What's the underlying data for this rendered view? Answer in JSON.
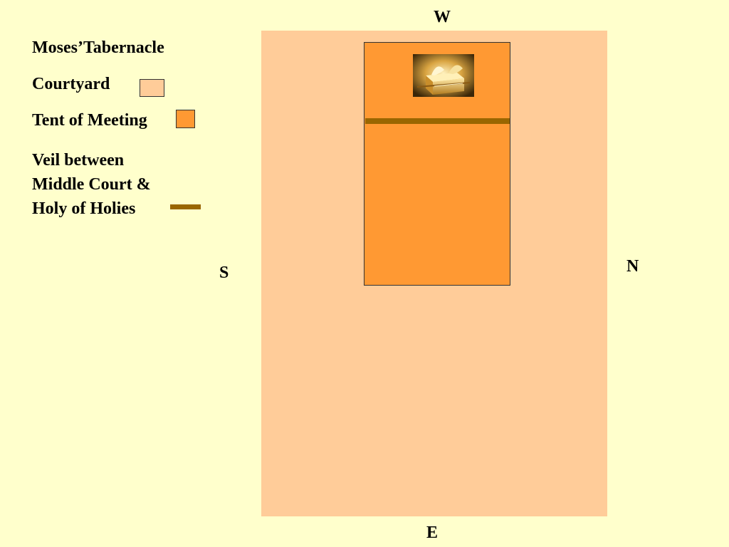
{
  "title": "Moses’Tabernacle",
  "legend": {
    "courtyard_label": "Courtyard",
    "tent_label": "Tent of Meeting",
    "veil_line1": "Veil between",
    "veil_line2": "Middle Court &",
    "veil_line3": "Holy of Holies"
  },
  "compass": {
    "west": "W",
    "east": "E",
    "south": "S",
    "north": "N"
  },
  "colors": {
    "background": "#FFFFCC",
    "courtyard": "#FFCC99",
    "tent": "#FF9933",
    "veil": "#996600"
  },
  "image": {
    "icon": "ark-of-covenant-photo"
  }
}
